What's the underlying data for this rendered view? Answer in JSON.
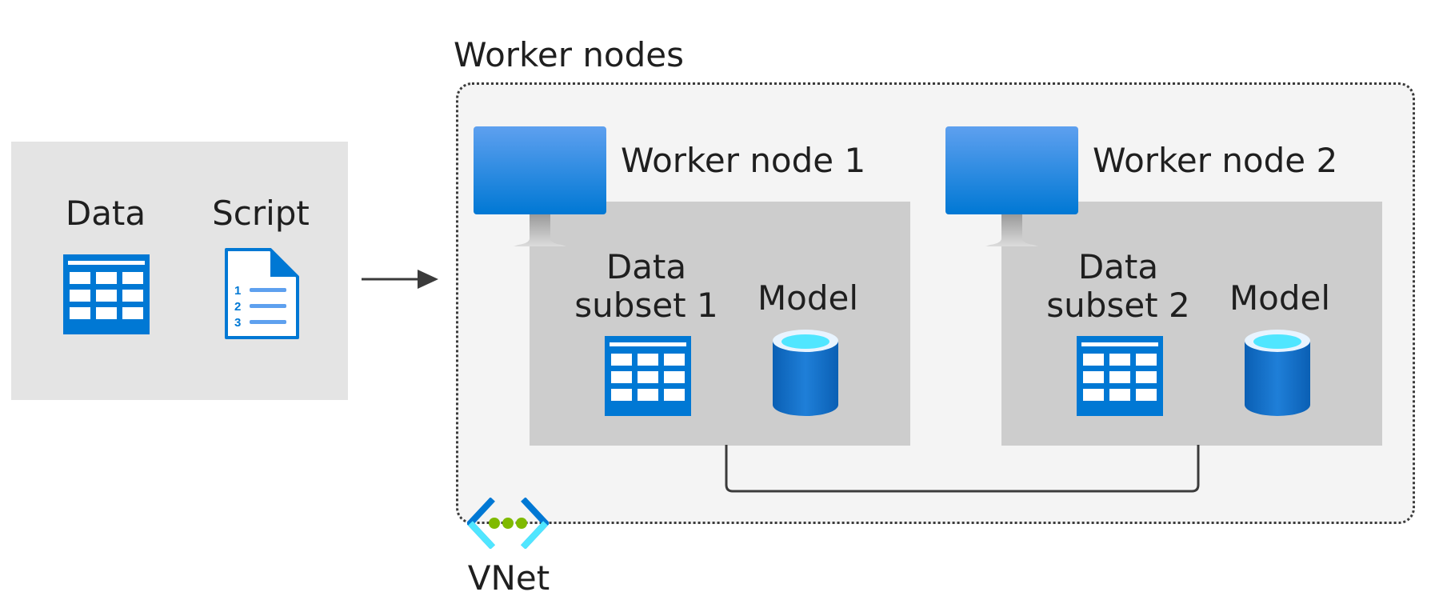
{
  "input": {
    "data_label": "Data",
    "script_label": "Script"
  },
  "cluster": {
    "title": "Worker nodes",
    "vnet_label": "VNet"
  },
  "nodes": [
    {
      "title": "Worker node 1",
      "subset_line1": "Data",
      "subset_line2": "subset 1",
      "model_label": "Model"
    },
    {
      "title": "Worker node 2",
      "subset_line1": "Data",
      "subset_line2": "subset 2",
      "model_label": "Model"
    }
  ],
  "icons": {
    "table": "table-icon",
    "script": "script-document-icon",
    "monitor": "virtual-machine-icon",
    "database": "database-icon",
    "vnet": "vnet-icon",
    "arrow": "arrow-right-icon"
  },
  "colors": {
    "blue": "#0078d4",
    "light_blue": "#5ea0ef",
    "cyan": "#50e6ff",
    "green": "#7fba00"
  }
}
